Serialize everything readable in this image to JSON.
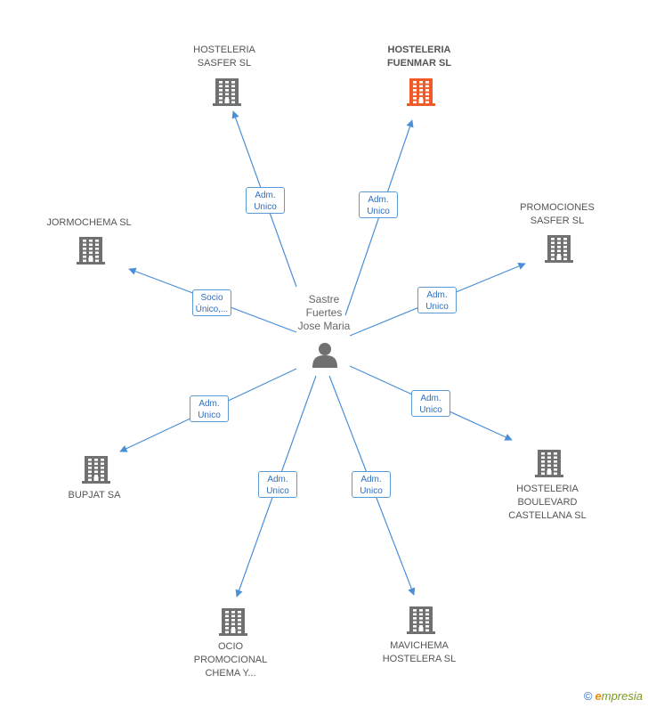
{
  "center": {
    "label": "Sastre\nFuertes\nJose Maria",
    "icon": "person-icon"
  },
  "nodes": [
    {
      "id": "hosteleria-sasfer",
      "label": "HOSTELERIA\nSASFER SL",
      "highlight": false,
      "icon": "building-icon"
    },
    {
      "id": "hosteleria-fuenmar",
      "label": "HOSTELERIA\nFUENMAR SL",
      "highlight": true,
      "icon": "building-icon"
    },
    {
      "id": "jormochema",
      "label": "JORMOCHEMA SL",
      "highlight": false,
      "icon": "building-icon"
    },
    {
      "id": "promociones-sasfer",
      "label": "PROMOCIONES\nSASFER SL",
      "highlight": false,
      "icon": "building-icon"
    },
    {
      "id": "bupjat",
      "label": "BUPJAT SA",
      "highlight": false,
      "icon": "building-icon"
    },
    {
      "id": "hosteleria-boulevard",
      "label": "HOSTELERIA\nBOULEVARD\nCASTELLANA SL",
      "highlight": false,
      "icon": "building-icon"
    },
    {
      "id": "ocio-promocional",
      "label": "OCIO\nPROMOCIONAL\nCHEMA Y...",
      "highlight": false,
      "icon": "building-icon"
    },
    {
      "id": "mavichema",
      "label": "MAVICHEMA\nHOSTELERA SL",
      "highlight": false,
      "icon": "building-icon"
    }
  ],
  "edges": [
    {
      "to": "hosteleria-sasfer",
      "label": "Adm.\nUnico"
    },
    {
      "to": "hosteleria-fuenmar",
      "label": "Adm.\nUnico"
    },
    {
      "to": "jormochema",
      "label": "Socio\nÚnico,..."
    },
    {
      "to": "promociones-sasfer",
      "label": "Adm.\nUnico"
    },
    {
      "to": "bupjat",
      "label": "Adm.\nUnico"
    },
    {
      "to": "hosteleria-boulevard",
      "label": "Adm.\nUnico"
    },
    {
      "to": "ocio-promocional",
      "label": "Adm.\nUnico"
    },
    {
      "to": "mavichema",
      "label": "Adm.\nUnico"
    }
  ],
  "colors": {
    "edge": "#4a8fd6",
    "building": "#707070",
    "building_highlight": "#f05a28",
    "person": "#707070"
  },
  "brand": {
    "copyright": "©",
    "name": "mpresia",
    "initial": "e"
  }
}
